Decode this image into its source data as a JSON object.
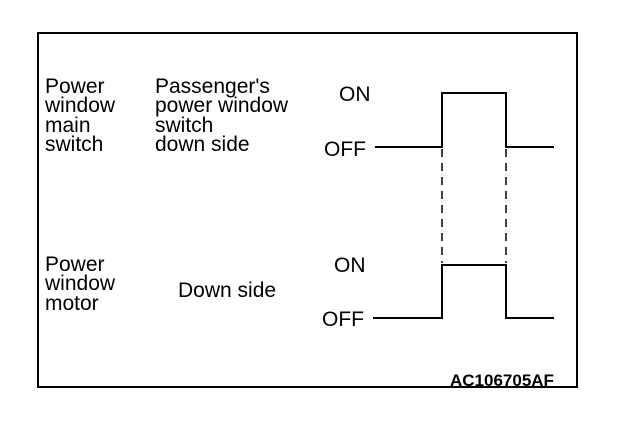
{
  "section1": {
    "device": "Power\nwindow\nmain\nswitch",
    "detail": "Passenger's\npower window\nswitch\ndown side",
    "on_label": "ON",
    "off_label": "OFF"
  },
  "section2": {
    "device": "Power\nwindow\nmotor",
    "detail": "Down side",
    "on_label": "ON",
    "off_label": "OFF"
  },
  "figure_code": "AC106705AF",
  "colors": {
    "line": "#000000",
    "background": "#ffffff"
  }
}
